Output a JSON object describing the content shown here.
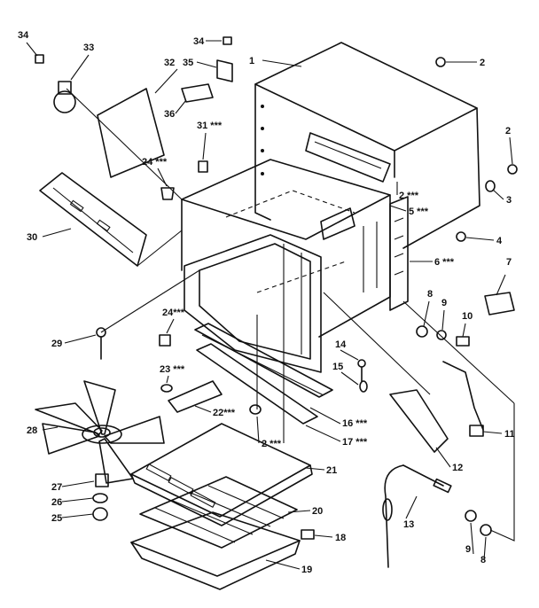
{
  "callouts": [
    {
      "id": "c1",
      "text": "1"
    },
    {
      "id": "c2a",
      "text": "2"
    },
    {
      "id": "c2b",
      "text": "2"
    },
    {
      "id": "c2c",
      "text": "2 ***"
    },
    {
      "id": "c2d",
      "text": "2 ***"
    },
    {
      "id": "c3",
      "text": "3"
    },
    {
      "id": "c4",
      "text": "4"
    },
    {
      "id": "c5",
      "text": "5 ***"
    },
    {
      "id": "c6",
      "text": "6 ***"
    },
    {
      "id": "c7",
      "text": "7"
    },
    {
      "id": "c8a",
      "text": "8"
    },
    {
      "id": "c8b",
      "text": "8"
    },
    {
      "id": "c9a",
      "text": "9"
    },
    {
      "id": "c9b",
      "text": "9"
    },
    {
      "id": "c10",
      "text": "10"
    },
    {
      "id": "c11",
      "text": "11"
    },
    {
      "id": "c12",
      "text": "12"
    },
    {
      "id": "c13",
      "text": "13"
    },
    {
      "id": "c14",
      "text": "14"
    },
    {
      "id": "c15",
      "text": "15"
    },
    {
      "id": "c16",
      "text": "16 ***"
    },
    {
      "id": "c17",
      "text": "17 ***"
    },
    {
      "id": "c18",
      "text": "18"
    },
    {
      "id": "c19",
      "text": "19"
    },
    {
      "id": "c20",
      "text": "20"
    },
    {
      "id": "c21",
      "text": "21"
    },
    {
      "id": "c22",
      "text": "22***"
    },
    {
      "id": "c23",
      "text": "23 ***"
    },
    {
      "id": "c24a",
      "text": "24 ***"
    },
    {
      "id": "c24b",
      "text": "24***"
    },
    {
      "id": "c25",
      "text": "25"
    },
    {
      "id": "c26",
      "text": "26"
    },
    {
      "id": "c27",
      "text": "27"
    },
    {
      "id": "c28",
      "text": "28"
    },
    {
      "id": "c29",
      "text": "29"
    },
    {
      "id": "c30",
      "text": "30"
    },
    {
      "id": "c31",
      "text": "31 ***"
    },
    {
      "id": "c32",
      "text": "32"
    },
    {
      "id": "c33",
      "text": "33"
    },
    {
      "id": "c34a",
      "text": "34"
    },
    {
      "id": "c34b",
      "text": "34"
    },
    {
      "id": "c35",
      "text": "35"
    },
    {
      "id": "c36",
      "text": "36"
    }
  ]
}
